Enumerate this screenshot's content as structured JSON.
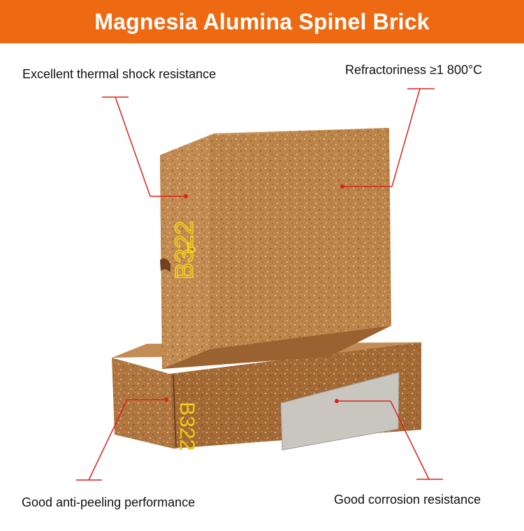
{
  "title": "Magnesia Alumina Spinel Brick",
  "features": {
    "top_left": "Excellent thermal shock resistance",
    "top_right": "Refractoriness ≥1 800°C",
    "bottom_left": "Good anti-peeling performance",
    "bottom_right": "Good corrosion resistance"
  },
  "brick_markings": {
    "upper": "B322",
    "lower": "B322"
  },
  "colors": {
    "header_bg": "#ee6a12",
    "header_text": "#ffffff",
    "callout_line": "#d8231f",
    "brick_face": "#b98248",
    "brick_top": "#c6925a",
    "brick_side": "#a06a36",
    "marking": "#f3d21a",
    "label_plate": "#c7c4bd"
  }
}
